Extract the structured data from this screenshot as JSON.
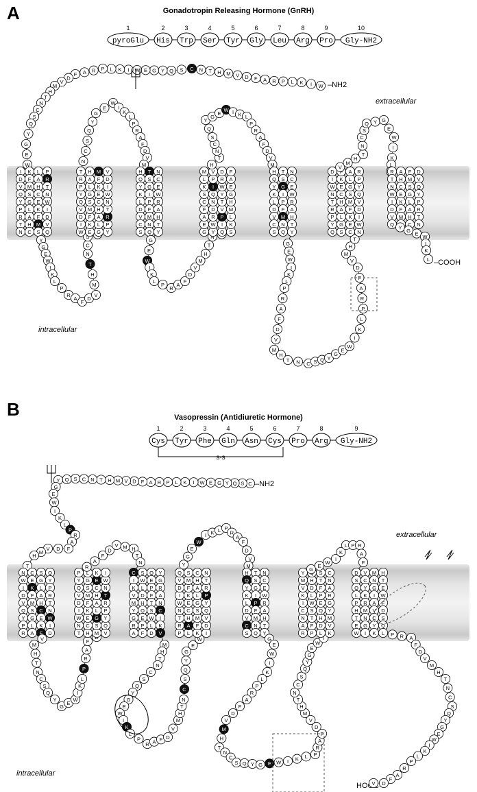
{
  "panel_a": {
    "letter": "A",
    "title": "Gonadotropin Releasing Hormone (GnRH)",
    "residues": [
      {
        "num": "1",
        "name": "pyroGlu"
      },
      {
        "num": "2",
        "name": "His"
      },
      {
        "num": "3",
        "name": "Trp"
      },
      {
        "num": "4",
        "name": "Ser"
      },
      {
        "num": "5",
        "name": "Tyr"
      },
      {
        "num": "6",
        "name": "Gly"
      },
      {
        "num": "7",
        "name": "Leu"
      },
      {
        "num": "8",
        "name": "Arg"
      },
      {
        "num": "9",
        "name": "Pro"
      },
      {
        "num": "10",
        "name": "Gly-NH2"
      }
    ],
    "extracellular_label": "extracellular",
    "intracellular_label": "intracellular",
    "n_terminus": "–NH2",
    "c_terminus": "–COOH"
  },
  "panel_b": {
    "letter": "B",
    "title": "Vasopressin (Antidiuretic Hormone)",
    "residues": [
      {
        "num": "1",
        "name": "Cys"
      },
      {
        "num": "2",
        "name": "Tyr"
      },
      {
        "num": "3",
        "name": "Phe"
      },
      {
        "num": "4",
        "name": "Gln"
      },
      {
        "num": "5",
        "name": "Asn"
      },
      {
        "num": "6",
        "name": "Cys"
      },
      {
        "num": "7",
        "name": "Pro"
      },
      {
        "num": "8",
        "name": "Arg"
      },
      {
        "num": "9",
        "name": "Gly-NH2"
      }
    ],
    "disulfide_label": "s-s",
    "extracellular_label": "extracellular",
    "intracellular_label": "intracellular",
    "n_terminus": "–NH2",
    "c_terminus": "HOOC-"
  },
  "colors": {
    "residue_fill": "#ffffff",
    "residue_highlight": "#111111",
    "membrane": "#d6d6d6",
    "stroke": "#000000"
  }
}
